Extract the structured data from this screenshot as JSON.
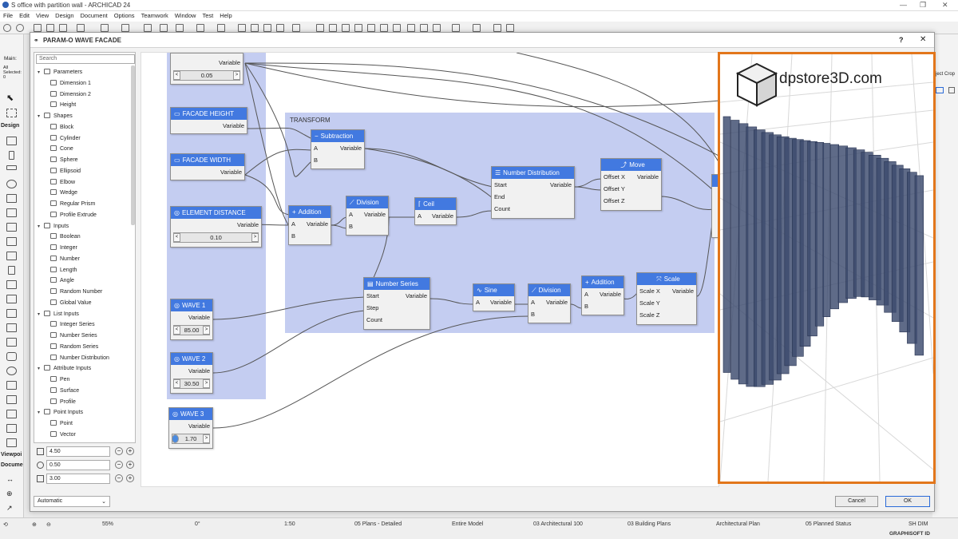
{
  "window": {
    "title": "S office with partition wall - ARCHICAD 24"
  },
  "menu": [
    "File",
    "Edit",
    "View",
    "Design",
    "Document",
    "Options",
    "Teamwork",
    "Window",
    "Test",
    "Help"
  ],
  "left_panel": {
    "main": "Main:",
    "all_selected": "All Selected: 0",
    "design": "Design",
    "viewpoint": "Viewpoi",
    "document": "Docume"
  },
  "right_panel": {
    "crop": "ject Crop"
  },
  "dialog": {
    "title": "PARAM-O WAVE FACADE",
    "help": "?",
    "close": "✕",
    "search_placeholder": "Search",
    "tree": [
      {
        "label": "Parameters",
        "level": 0,
        "expanded": true
      },
      {
        "label": "Dimension 1",
        "level": 1
      },
      {
        "label": "Dimension 2",
        "level": 1
      },
      {
        "label": "Height",
        "level": 1
      },
      {
        "label": "Shapes",
        "level": 0,
        "expanded": true
      },
      {
        "label": "Block",
        "level": 1
      },
      {
        "label": "Cylinder",
        "level": 1
      },
      {
        "label": "Cone",
        "level": 1
      },
      {
        "label": "Sphere",
        "level": 1
      },
      {
        "label": "Ellipsoid",
        "level": 1
      },
      {
        "label": "Elbow",
        "level": 1
      },
      {
        "label": "Wedge",
        "level": 1
      },
      {
        "label": "Regular Prism",
        "level": 1
      },
      {
        "label": "Profile Extrude",
        "level": 1
      },
      {
        "label": "Inputs",
        "level": 0,
        "expanded": true
      },
      {
        "label": "Boolean",
        "level": 1
      },
      {
        "label": "Integer",
        "level": 1
      },
      {
        "label": "Number",
        "level": 1
      },
      {
        "label": "Length",
        "level": 1
      },
      {
        "label": "Angle",
        "level": 1
      },
      {
        "label": "Random Number",
        "level": 1
      },
      {
        "label": "Global Value",
        "level": 1
      },
      {
        "label": "List Inputs",
        "level": 0,
        "expanded": true
      },
      {
        "label": "Integer Series",
        "level": 1
      },
      {
        "label": "Number Series",
        "level": 1
      },
      {
        "label": "Random Series",
        "level": 1
      },
      {
        "label": "Number Distribution",
        "level": 1
      },
      {
        "label": "Attribute Inputs",
        "level": 0,
        "expanded": true
      },
      {
        "label": "Pen",
        "level": 1
      },
      {
        "label": "Surface",
        "level": 1
      },
      {
        "label": "Profile",
        "level": 1
      },
      {
        "label": "Point Inputs",
        "level": 0,
        "expanded": true
      },
      {
        "label": "Point",
        "level": 1
      },
      {
        "label": "Vector",
        "level": 1
      }
    ],
    "fields": [
      "4.50",
      "0.50",
      "3.00"
    ],
    "view_select": "Automatic",
    "cancel": "Cancel",
    "ok": "OK"
  },
  "graph": {
    "group_label": "TRANSFORM",
    "nodes": {
      "top": {
        "variable": "Variable",
        "value": "0.05"
      },
      "facade_height": {
        "title": "FACADE HEIGHT",
        "variable": "Variable"
      },
      "facade_width": {
        "title": "FACADE WIDTH",
        "variable": "Variable"
      },
      "element_distance": {
        "title": "ELEMENT DISTANCE",
        "variable": "Variable",
        "value": "0.10"
      },
      "wave1": {
        "title": "WAVE 1",
        "variable": "Variable",
        "value": "85.00"
      },
      "wave2": {
        "title": "WAVE 2",
        "variable": "Variable",
        "value": "30.50"
      },
      "wave3": {
        "title": "WAVE 3",
        "variable": "Variable",
        "value": "1.70"
      },
      "subtraction": {
        "title": "Subtraction",
        "a": "A",
        "b": "B",
        "out": "Variable"
      },
      "addition1": {
        "title": "Addition",
        "a": "A",
        "b": "B",
        "out": "Variable"
      },
      "division1": {
        "title": "Division",
        "a": "A",
        "b": "B",
        "out": "Variable"
      },
      "ceil": {
        "title": "Ceil",
        "a": "A",
        "out": "Variable"
      },
      "numdist": {
        "title": "Number Distribution",
        "start": "Start",
        "end": "End",
        "count": "Count",
        "out": "Variable"
      },
      "move": {
        "title": "Move",
        "ox": "Offset X",
        "oy": "Offset Y",
        "oz": "Offset Z",
        "out": "Variable"
      },
      "numseries": {
        "title": "Number Series",
        "start": "Start",
        "step": "Step",
        "count": "Count",
        "out": "Variable"
      },
      "sine": {
        "title": "Sine",
        "a": "A",
        "out": "Variable"
      },
      "division2": {
        "title": "Division",
        "a": "A",
        "b": "B",
        "out": "Variable"
      },
      "addition2": {
        "title": "Addition",
        "a": "A",
        "b": "B",
        "out": "Variable"
      },
      "scale": {
        "title": "Scale",
        "sx": "Scale X",
        "sy": "Scale Y",
        "sz": "Scale Z",
        "out": "Variable"
      }
    }
  },
  "preview": {
    "logo_text": "dpstore3D.com"
  },
  "status": {
    "zoom": "55%",
    "angle": "0°",
    "scale": "1:50",
    "plans": "05 Plans - Detailed",
    "model": "Entire Model",
    "arch": "03 Architectural 100",
    "building": "03 Building Plans",
    "archplan": "Architectural Plan",
    "planned": "05 Planned Status",
    "shdim": "SH DIM",
    "brand": "GRAPHISOFT ID"
  },
  "colors": {
    "node_header": "#4279e0",
    "group": "#c4cdf1",
    "preview_border": "#e2761b",
    "facade": "#3c4a6e"
  }
}
